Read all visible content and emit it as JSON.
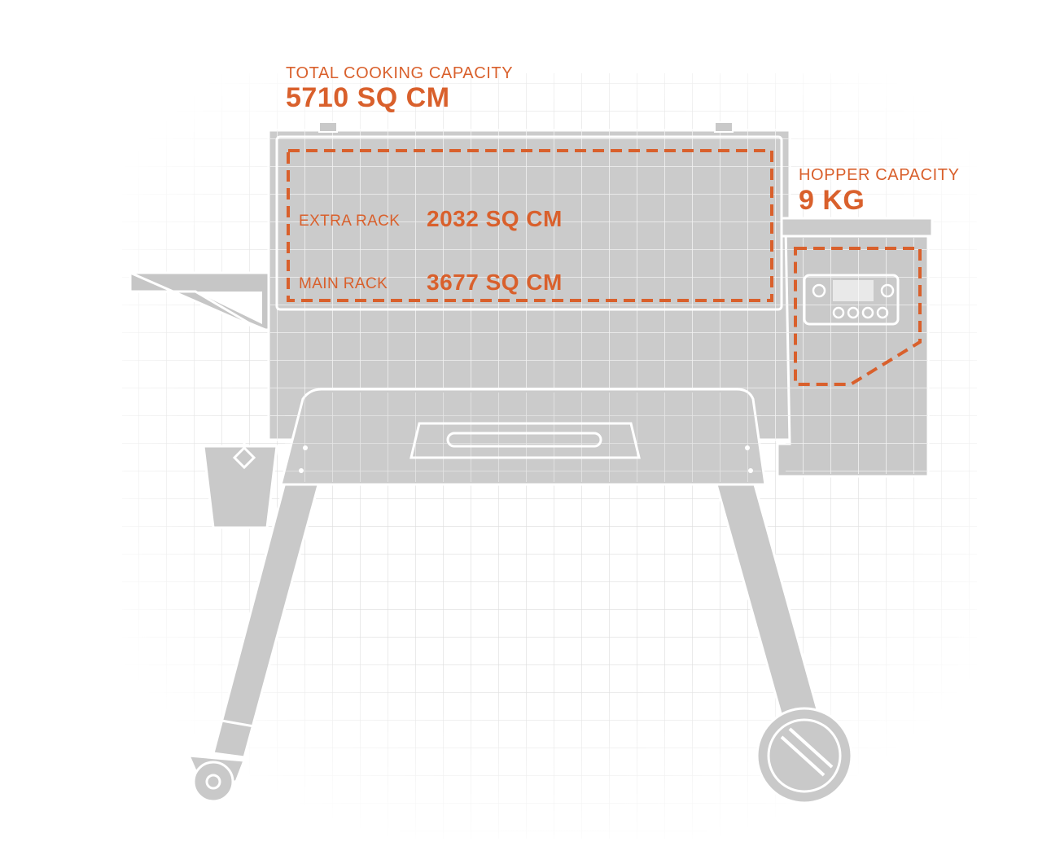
{
  "colors": {
    "accent": "#d9602c",
    "grill_body": "#cbcbcb",
    "grill_outline": "#ffffff",
    "grid_line": "#e2e2e2"
  },
  "labels": {
    "total_capacity_title": "TOTAL COOKING CAPACITY",
    "total_capacity_value": "5710 SQ CM",
    "hopper_capacity_title": "HOPPER CAPACITY",
    "hopper_capacity_value": "9 KG",
    "extra_rack_title": "EXTRA RACK",
    "extra_rack_value": "2032 SQ CM",
    "main_rack_title": "MAIN RACK",
    "main_rack_value": "3677 SQ CM"
  }
}
